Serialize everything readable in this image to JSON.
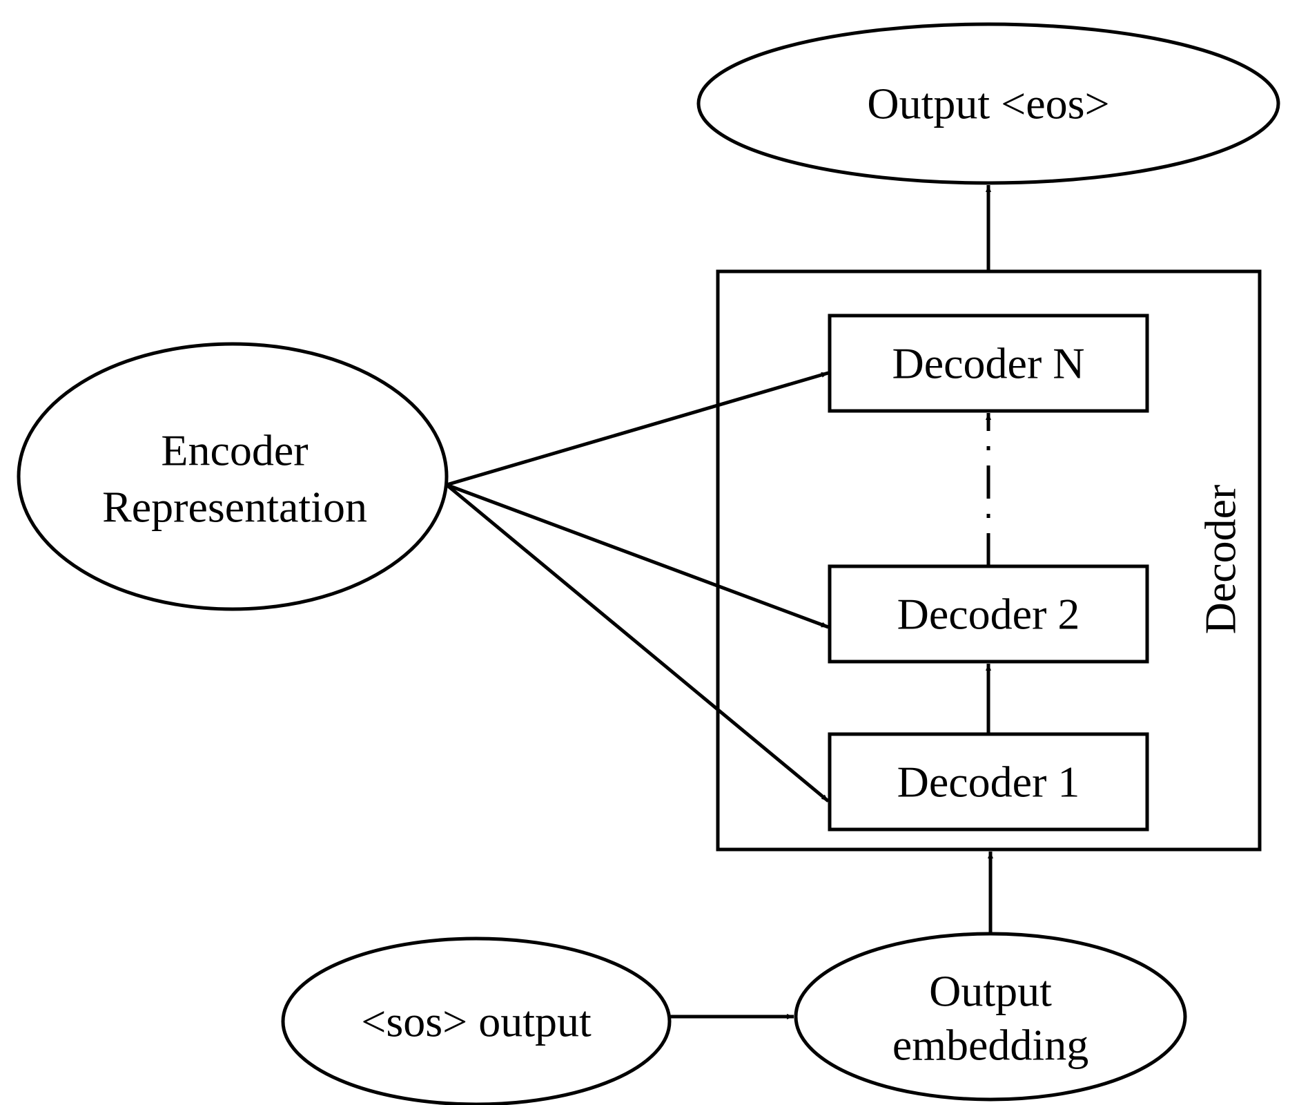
{
  "nodes": {
    "output_eos": "Output <eos>",
    "encoder_line1": "Encoder",
    "encoder_line2": "Representation",
    "decoder_n": "Decoder N",
    "decoder_2": "Decoder 2",
    "decoder_1": "Decoder 1",
    "decoder_group": "Decoder",
    "sos_output": "<sos> output",
    "embedding_line1": "Output",
    "embedding_line2": "embedding"
  }
}
